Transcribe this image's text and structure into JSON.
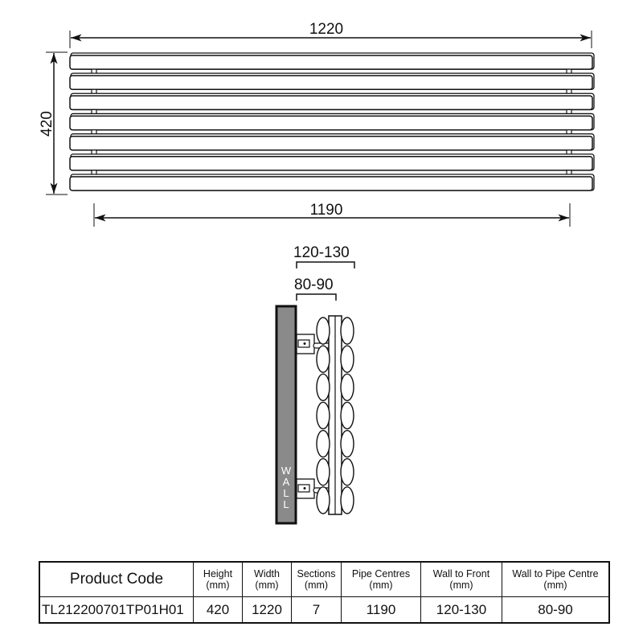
{
  "front_view": {
    "overall_width_label": "1220",
    "height_label": "420",
    "pipe_centres_label": "1190",
    "bar_count": 7
  },
  "side_view": {
    "wall_to_front_label": "120-130",
    "wall_to_pipe_centre_label": "80-90",
    "wall_label": [
      "W",
      "A",
      "L",
      "L"
    ],
    "wall_color": "#8a8a8a"
  },
  "spec_table": {
    "headers": [
      {
        "title": "Product Code",
        "unit": ""
      },
      {
        "title": "Height",
        "unit": "(mm)"
      },
      {
        "title": "Width",
        "unit": "(mm)"
      },
      {
        "title": "Sections",
        "unit": "(mm)"
      },
      {
        "title": "Pipe Centres",
        "unit": "(mm)"
      },
      {
        "title": "Wall to Front",
        "unit": "(mm)"
      },
      {
        "title": "Wall to Pipe Centre",
        "unit": "(mm)"
      }
    ],
    "rows": [
      [
        "TL212200701TP01H01",
        "420",
        "1220",
        "7",
        "1190",
        "120-130",
        "80-90"
      ]
    ]
  }
}
